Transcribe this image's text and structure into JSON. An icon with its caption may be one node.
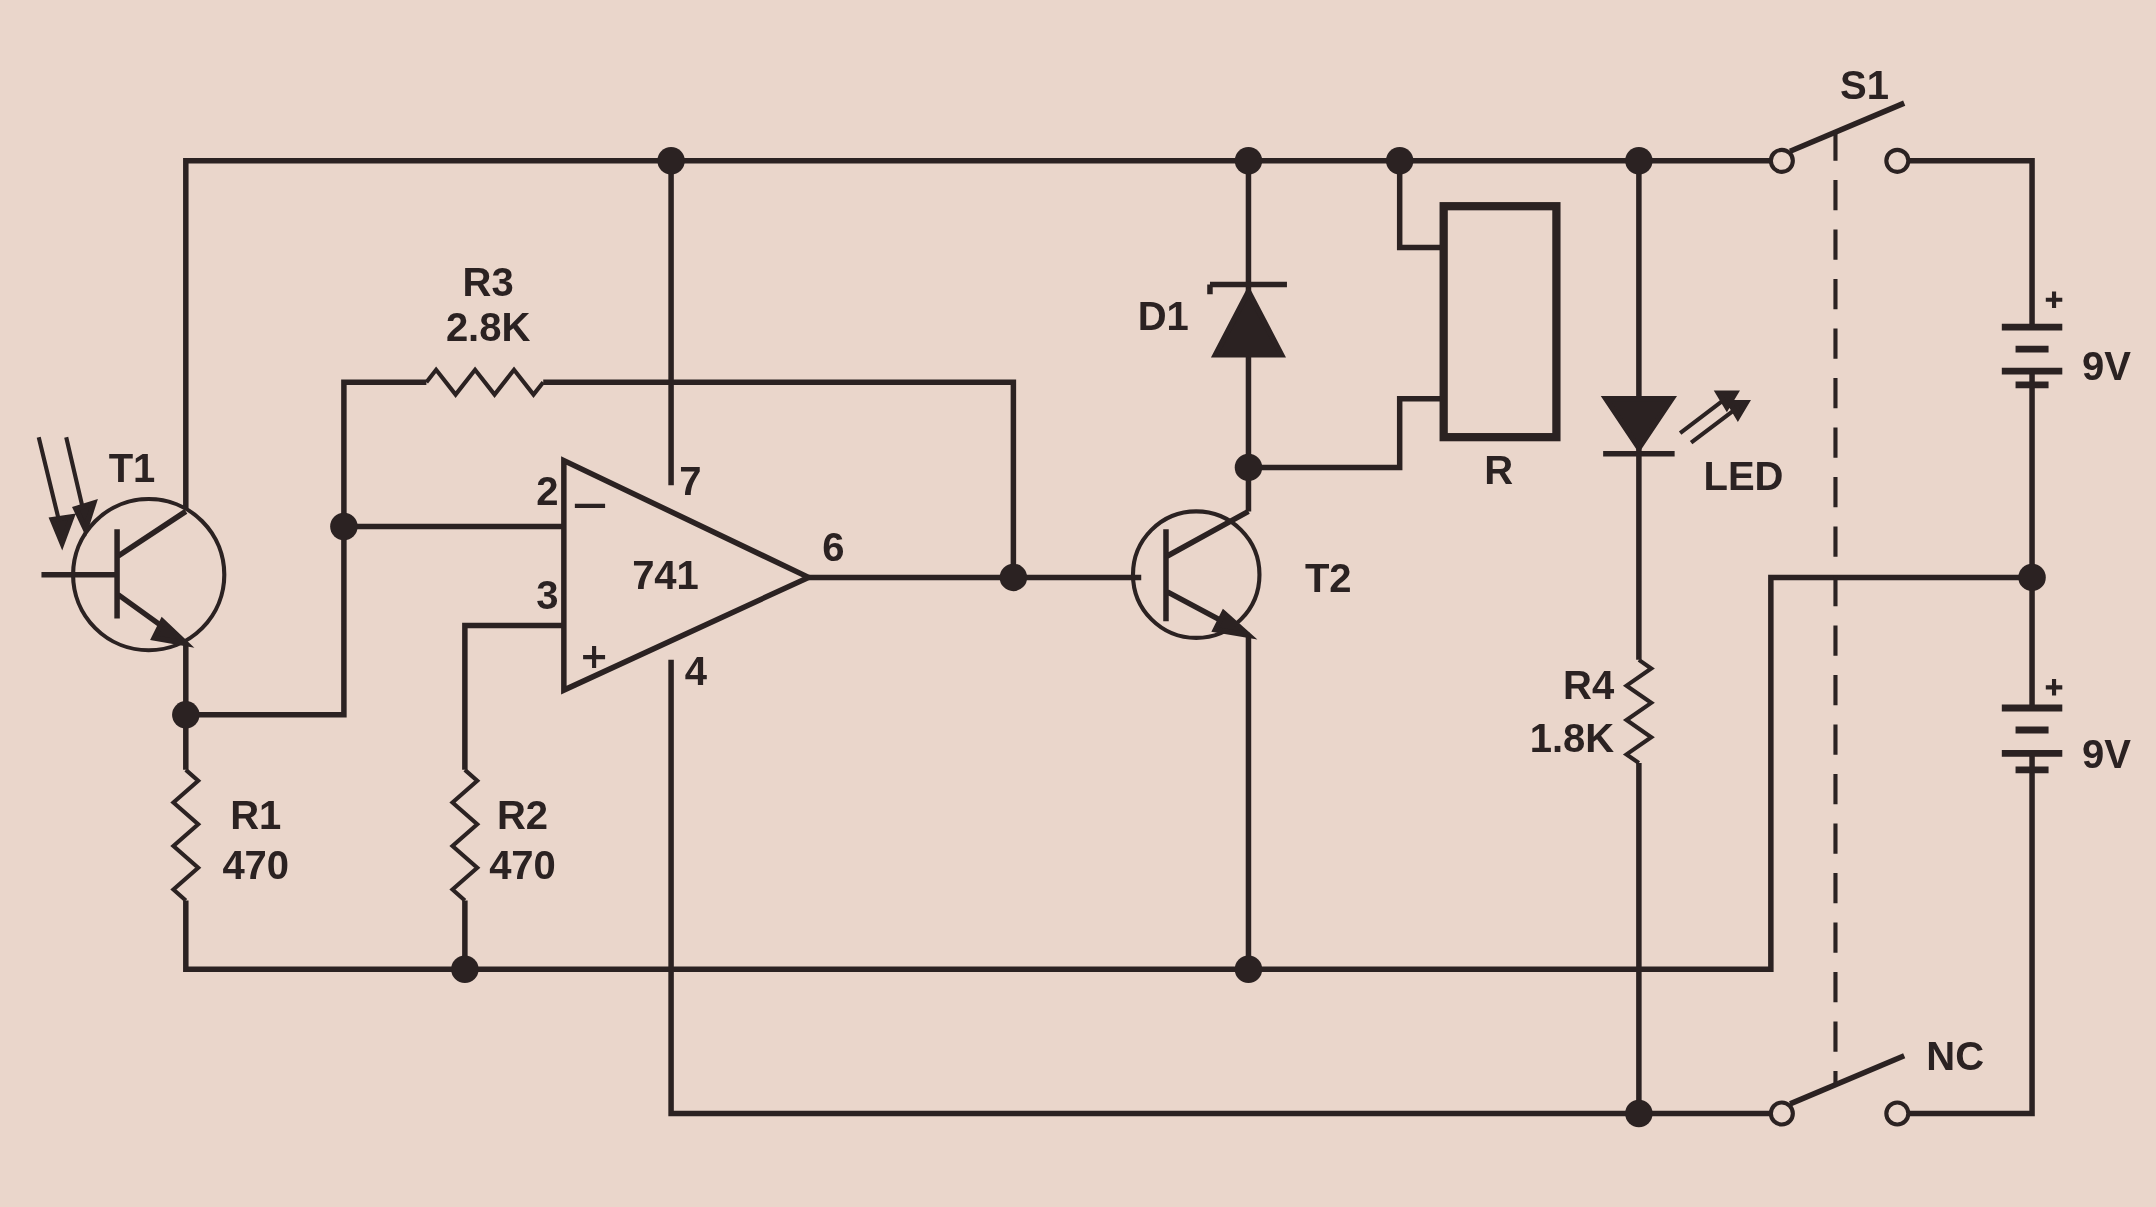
{
  "diagram": {
    "labels": [
      "S1",
      "R3",
      "2.8K",
      "D1",
      "9V",
      "T1",
      "2",
      "7",
      "R",
      "LED",
      "6",
      "741",
      "T2",
      "3",
      "4",
      "R4",
      "1.8K",
      "9V",
      "R1",
      "470",
      "R2",
      "470",
      "NC"
    ]
  }
}
